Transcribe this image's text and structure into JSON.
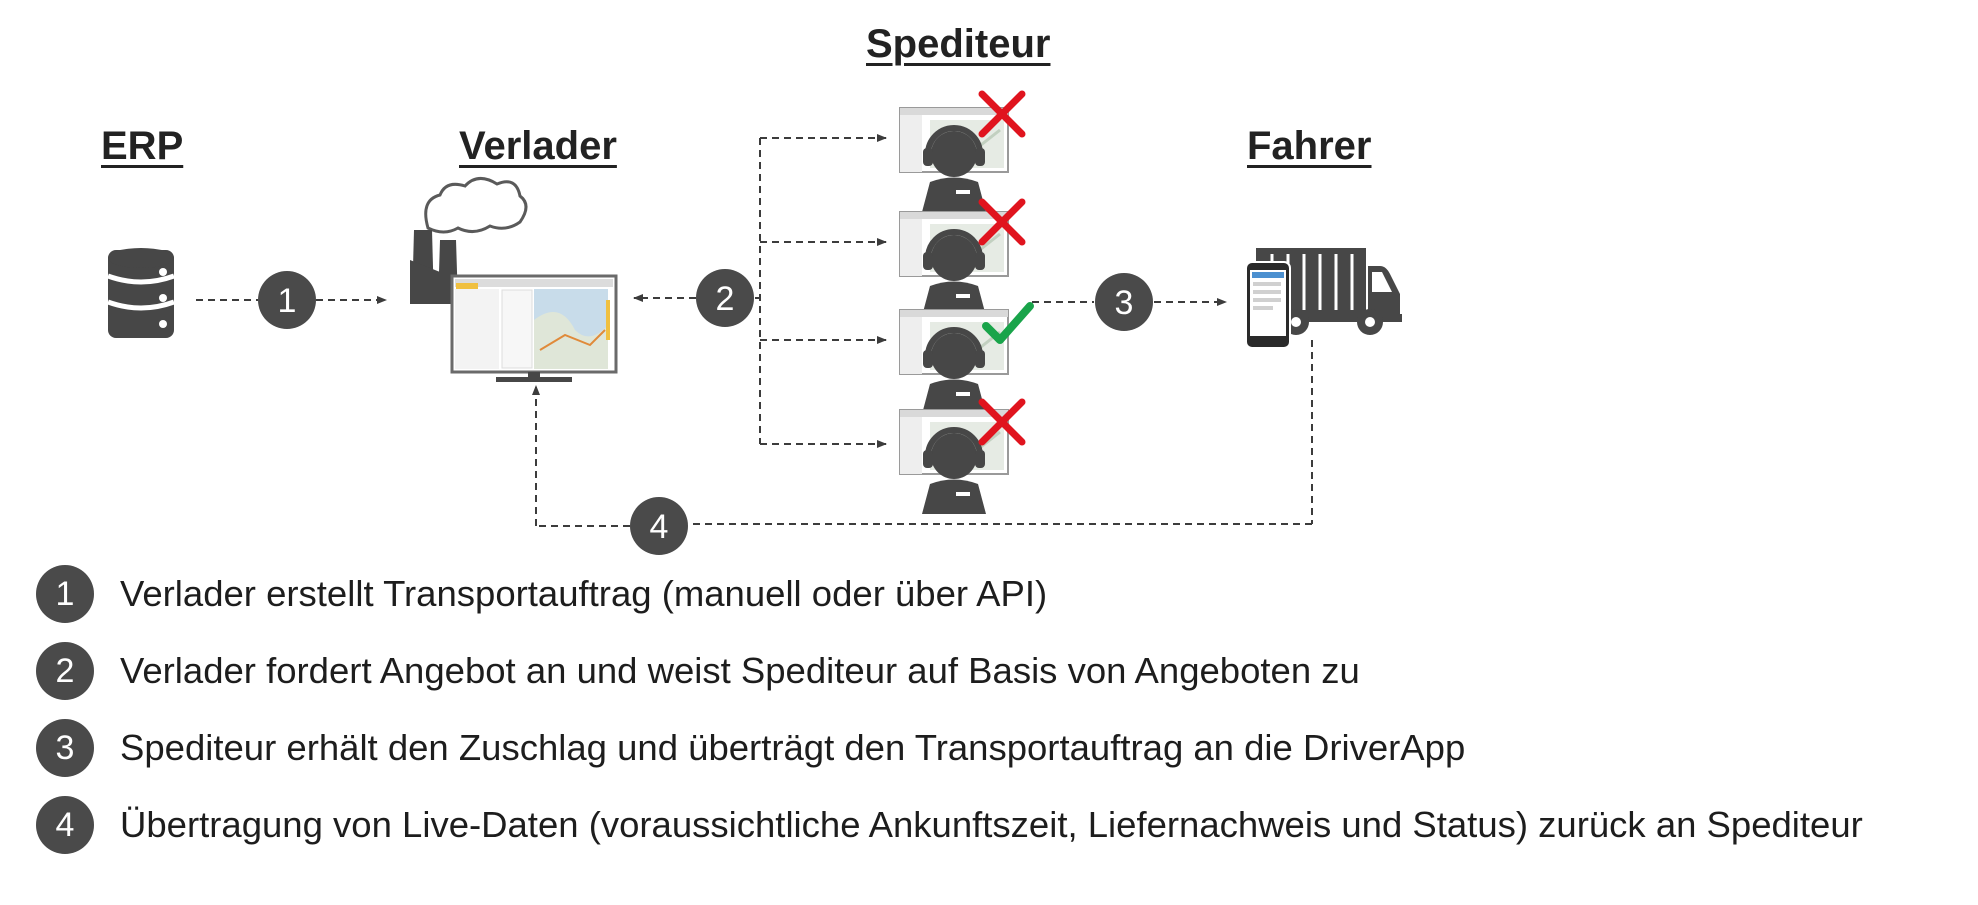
{
  "headings": {
    "erp": "ERP",
    "verlader": "Verlader",
    "spediteur": "Spediteur",
    "fahrer": "Fahrer"
  },
  "step_numbers": [
    "1",
    "2",
    "3",
    "4"
  ],
  "carrier_statuses": [
    "rejected",
    "rejected",
    "accepted",
    "rejected"
  ],
  "legend": [
    {
      "num": "1",
      "text": "Verlader erstellt Transportauftrag (manuell oder über API)"
    },
    {
      "num": "2",
      "text": "Verlader fordert Angebot an und weist Spediteur auf Basis von Angeboten zu"
    },
    {
      "num": "3",
      "text": "Spediteur erhält den Zuschlag und überträgt den Transportauftrag an die DriverApp"
    },
    {
      "num": "4",
      "text": "Übertragung von Live-Daten (voraussichtliche Ankunftszeit, Liefernachweis und Status) zurück an Spediteur"
    }
  ],
  "colors": {
    "icon": "#474747",
    "badge": "#4a4a4a",
    "reject": "#e0141e",
    "accept": "#19a44a",
    "arrow": "#3c3c3c"
  },
  "icons": {
    "erp": "database-icon",
    "verlader": "factory-with-monitor-icon",
    "spediteur": "dispatcher-headset-icon",
    "fahrer": "truck-with-phone-icon"
  }
}
